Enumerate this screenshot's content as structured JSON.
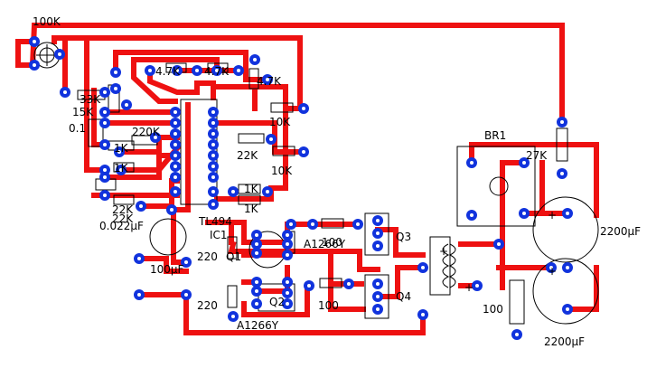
{
  "colors": {
    "background": "#ffffff",
    "trace": "#ee1111",
    "pad": "#1133dd",
    "drill": "#ffffff",
    "silkscreen": "#000000"
  },
  "labels": {
    "r_100k": "100K",
    "r_4k7_a": "4.7K",
    "r_4k7_b": "4.7K",
    "r_4k7_c": "4.7K",
    "r_33k": "33K",
    "r_15k": "15K",
    "c_01": "0.1",
    "c_220k": "220K",
    "r_10k_a": "10K",
    "r_1k_a": "1K",
    "r_1k_b": "1K",
    "r_22k_a": "22K",
    "r_10k_b": "10K",
    "r_1k_c": "1K",
    "r_1k_d": "1K",
    "r_22k_b": "22K",
    "r_22k_c": "22K",
    "c_0022": "0.022μF",
    "ic_tl494": "TL494",
    "ic_ic1": "IC1",
    "c_100uf": "100μF",
    "r_220_a": "220",
    "q_q1": "Q1",
    "q_a1266y_a": "A1266Y",
    "r_100_a": "100",
    "q_q3": "Q3",
    "q_q4": "Q4",
    "r_220_b": "220",
    "q_q2": "Q2",
    "q_a1266y_b": "A1266Y",
    "r_100_b": "100",
    "br_br1": "BR1",
    "r_27k": "27K",
    "c_2200_a": "2200μF",
    "c_2200_b": "2200μF",
    "r_100_c": "100",
    "t_plus_a": "+",
    "t_plus_b": "+",
    "cap_plus_a": "+",
    "cap_plus_b": "+"
  }
}
